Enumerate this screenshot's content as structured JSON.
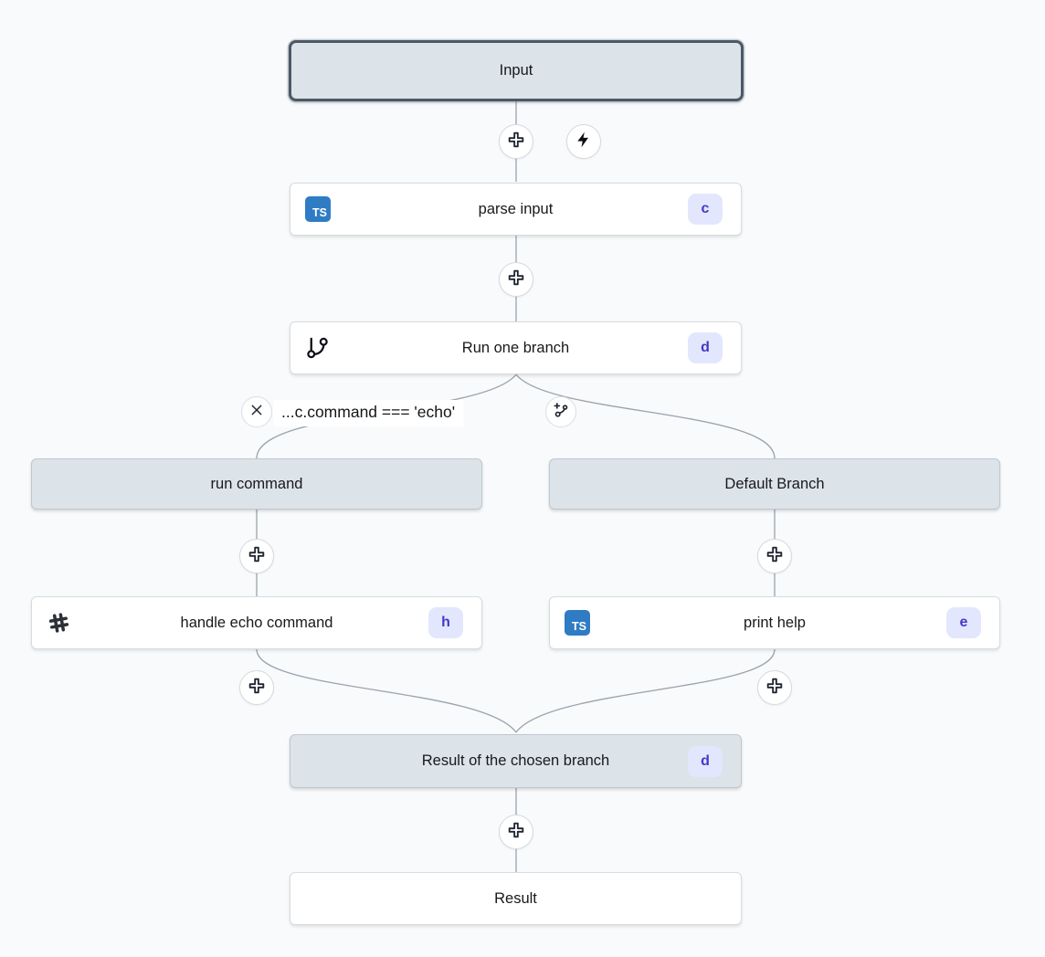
{
  "flow": {
    "input": {
      "label": "Input"
    },
    "parse_input": {
      "label": "parse input",
      "badge": "c",
      "lang": "TS"
    },
    "run_one_branch": {
      "label": "Run one branch",
      "badge": "d"
    },
    "condition": {
      "label": "...c.command === 'echo'"
    },
    "run_command": {
      "label": "run command"
    },
    "default_branch": {
      "label": "Default Branch"
    },
    "handle_echo": {
      "label": "handle echo command",
      "badge": "h"
    },
    "print_help": {
      "label": "print help",
      "badge": "e",
      "lang": "TS"
    },
    "result_branch": {
      "label": "Result of the chosen branch",
      "badge": "d"
    },
    "result": {
      "label": "Result"
    }
  },
  "icons": {
    "plus": "add-step",
    "lightning": "trigger",
    "x": "remove-condition",
    "branch_add": "add-branch",
    "git_branch": "branch-node",
    "hash": "script-node",
    "typescript": "typescript-node"
  },
  "colors": {
    "background": "#f8fafc",
    "node_gray": "#dce3e9",
    "selected_border": "#4d5865",
    "badge_bg": "#e3e7fd",
    "badge_text": "#4338ca",
    "ts_blue": "#2f7cc4",
    "wire": "#9aa3ab"
  }
}
